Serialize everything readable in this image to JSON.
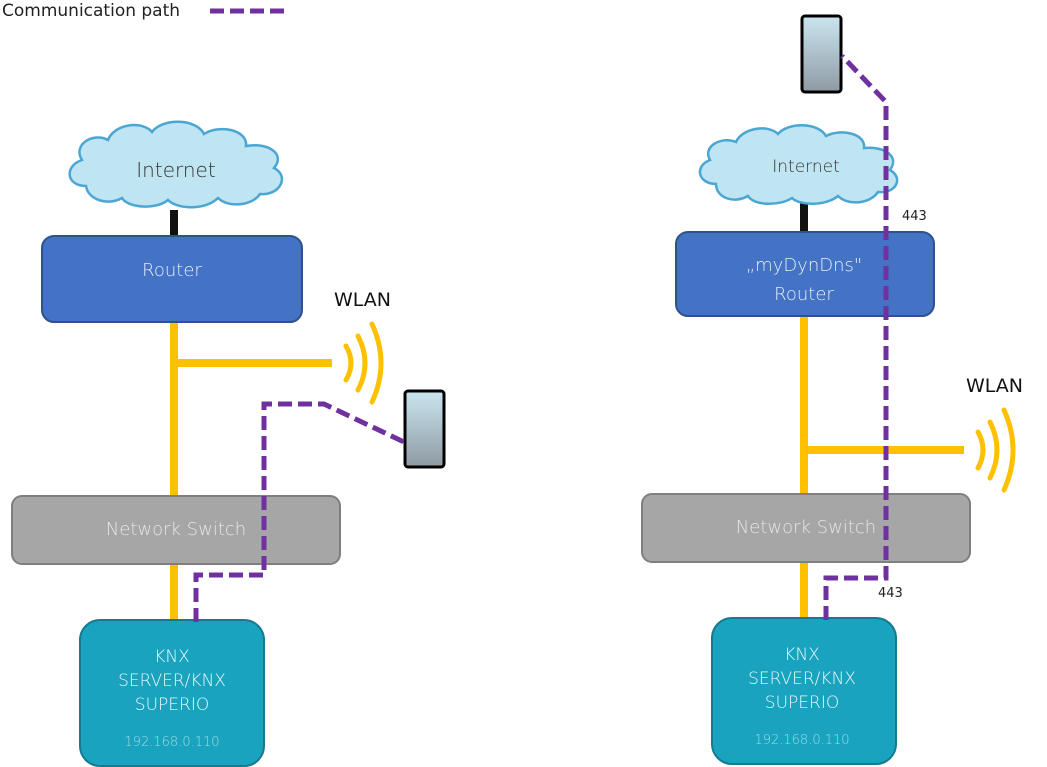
{
  "legend": {
    "label": "Communication path"
  },
  "colors": {
    "cloud": "#bfe4f2",
    "router": "#4472c4",
    "switch": "#a6a6a6",
    "knx": "#1aa3be",
    "lan": "#ffc000",
    "path": "#7030a0",
    "phone_top": "#c9e6f0",
    "phone_bottom": "#8f9aa3"
  },
  "left": {
    "internet": "Internet",
    "router": "Router",
    "wlan": "WLAN",
    "switch": "Network Switch",
    "knx_line1": "KNX",
    "knx_line2": "SERVER/KNX",
    "knx_line3": "SUPERIO",
    "knx_ip": "192.168.0.110"
  },
  "right": {
    "internet": "Internet",
    "router_line1": "„myDynDns\"",
    "router_line2": "Router",
    "wlan": "WLAN",
    "switch": "Network Switch",
    "port_top": "443",
    "port_bottom": "443",
    "knx_line1": "KNX",
    "knx_line2": "SERVER/KNX",
    "knx_line3": "SUPERIO",
    "knx_ip": "192.168.0.110"
  }
}
